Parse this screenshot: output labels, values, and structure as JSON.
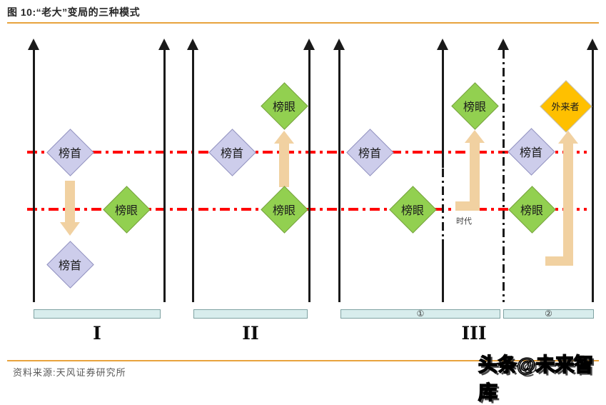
{
  "figure": {
    "title": "图 10:“老大”变局的三种模式",
    "source": "资料来源:天风证券研究所",
    "watermark": "头条@未来智库"
  },
  "diagram": {
    "node_labels": {
      "leader": "榜首",
      "runner_up": "榜眼",
      "outsider": "外来者"
    },
    "era_label": "时代",
    "panel_labels": {
      "mode1": "I",
      "mode2": "II",
      "mode3": "III"
    },
    "stage_labels": {
      "stage1": "①",
      "stage2": "②"
    },
    "colors": {
      "accent_orange": "#E8A33D",
      "threshold_red": "#FF0000",
      "leader_fill": "#CDCDEB",
      "runner_up_fill": "#92D050",
      "outsider_fill": "#FFC000",
      "movement_arrow_fill": "#F1D1A1",
      "timeline_bar_fill": "#D8EDED",
      "axis_black": "#1a1a1a"
    }
  }
}
